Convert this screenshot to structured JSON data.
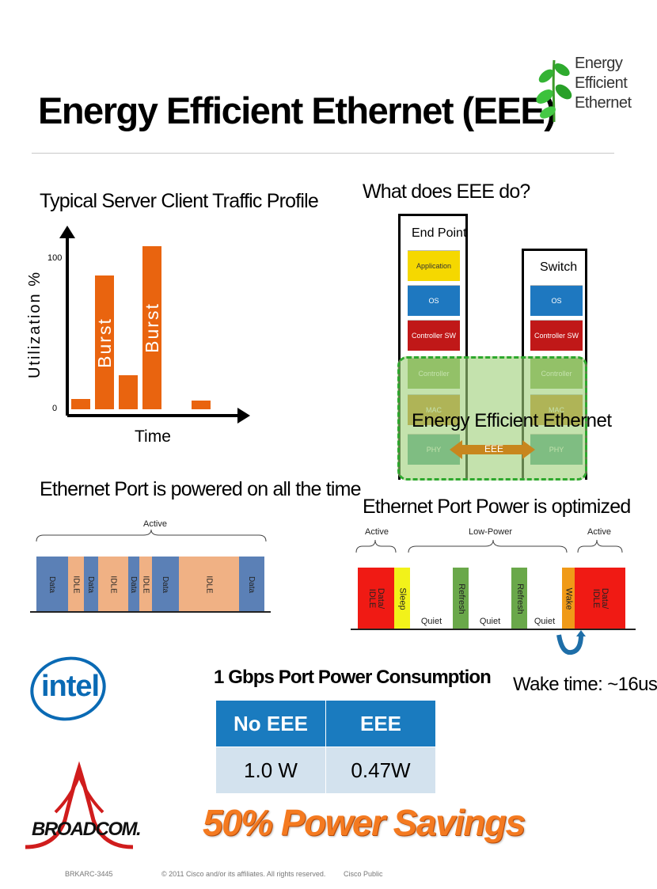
{
  "header": {
    "title": "Energy Efficient Ethernet (EEE)",
    "logo_lines": [
      "Energy",
      "Efficient",
      "Ethernet"
    ]
  },
  "traffic_profile": {
    "heading": "Typical Server Client Traffic Profile",
    "ylabel": "Utilization %",
    "y_ticks": [
      "100",
      "0"
    ],
    "xlabel": "Time",
    "bars": [
      {
        "label": "",
        "value": 7
      },
      {
        "label": "Burst",
        "value": 91
      },
      {
        "label": "",
        "value": 23
      },
      {
        "label": "Burst",
        "value": 111
      },
      {
        "label": "",
        "value": 6
      }
    ]
  },
  "what_eee": {
    "heading": "What does EEE do?",
    "endpoint_label": "End Point",
    "switch_label": "Switch",
    "endpoint_layers": [
      "Application",
      "OS",
      "Controller SW",
      "Controller",
      "MAC",
      "PHY"
    ],
    "switch_layers": [
      "OS",
      "Controller SW",
      "Controller",
      "MAC",
      "PHY"
    ],
    "overlay_label": "Energy Efficient Ethernet",
    "link_label": "EEE",
    "colors": {
      "application": "#f5d800",
      "os": "#1e78c0",
      "controller_sw": "#c01818",
      "controller": "#7fa84a",
      "mac": "#c8861e",
      "phy": "#4a9e8e",
      "overlay": "#9fd17a",
      "overlay_border": "#2ea82e"
    }
  },
  "port_always_on": {
    "heading": "Ethernet Port is powered on all the time",
    "active_label": "Active",
    "segments": [
      "Data",
      "IDLE",
      "Data",
      "IDLE",
      "Data",
      "IDLE",
      "Data",
      "IDLE",
      "Data"
    ]
  },
  "port_optimized": {
    "heading": "Ethernet Port Power is optimized",
    "active_left": "Active",
    "low_power": "Low-Power",
    "active_right": "Active",
    "segments": [
      "Data/ IDLE",
      "Sleep",
      "Quiet",
      "Refresh",
      "Quiet",
      "Refresh",
      "Quiet",
      "Wake",
      "Data/ IDLE"
    ]
  },
  "wake_time": "Wake time: ~16us",
  "power_table": {
    "title": "1 Gbps Port Power Consumption",
    "headers": [
      "No EEE",
      "EEE"
    ],
    "values": [
      "1.0 W",
      "0.47W"
    ]
  },
  "savings": "50% Power Savings",
  "logos": {
    "intel": "intel",
    "broadcom": "BROADCOM."
  },
  "footer": {
    "code": "BRKARC-3445",
    "copyright": "© 2011 Cisco and/or its affiliates. All rights reserved.",
    "classification": "Cisco Public"
  }
}
